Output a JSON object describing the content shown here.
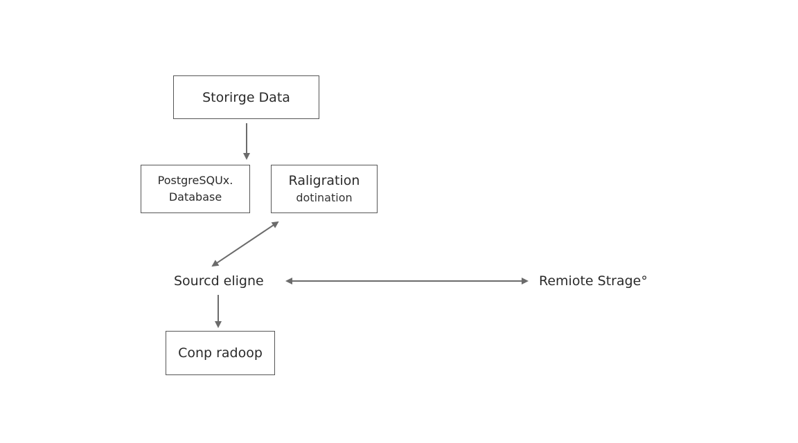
{
  "diagram": {
    "nodes": {
      "storage": {
        "label": "Storirge Data"
      },
      "postgres": {
        "line1": "PostgreSQUx.",
        "line2": "Database"
      },
      "raligration": {
        "line1": "Raligration",
        "line2": "dotination"
      },
      "source": {
        "label": "Sourcd eligne"
      },
      "remote": {
        "label": "Remiote Strage°"
      },
      "conp": {
        "label": "Conp radoop"
      }
    },
    "edges": [
      {
        "from": "storage",
        "to": "postgres",
        "direction": "forward"
      },
      {
        "from": "raligration",
        "to": "source",
        "direction": "both"
      },
      {
        "from": "source",
        "to": "remote",
        "direction": "both"
      },
      {
        "from": "source",
        "to": "conp",
        "direction": "forward"
      }
    ],
    "colors": {
      "line": "#6b6b6b",
      "border": "#555555",
      "text": "#2a2a2a"
    }
  }
}
